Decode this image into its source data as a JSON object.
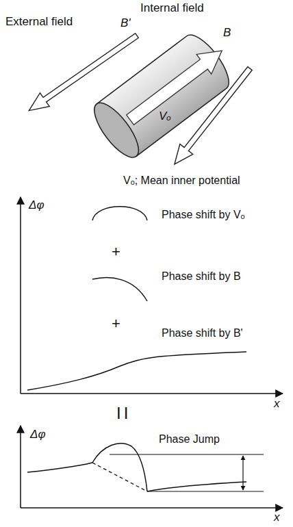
{
  "diagram": {
    "labels": [
      "External field",
      "Internal field",
      "B'",
      "B",
      "Vₒ",
      "Vₒ; Mean inner potential",
      "Δφ",
      "Phase shift by Vₒ",
      "+",
      "Phase shift by B",
      "+",
      "Phase shift by B'",
      "x",
      "II",
      "Δφ",
      "Phase Jump",
      "x"
    ]
  }
}
